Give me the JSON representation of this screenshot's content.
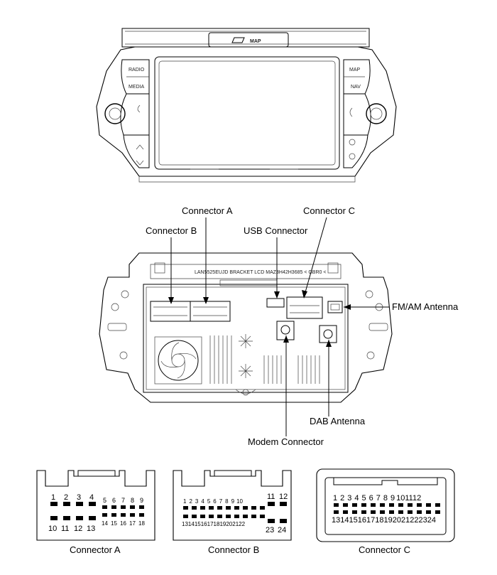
{
  "head_unit": {
    "map_logo": "MAP",
    "buttons_left": [
      "RADIO",
      "MEDIA"
    ],
    "buttons_right": [
      "MAP",
      "NAV"
    ]
  },
  "rear_view": {
    "callouts": {
      "connector_a": "Connector A",
      "connector_b": "Connector B",
      "connector_c": "Connector C",
      "usb": "USB Connector",
      "fm_am": "FM/AM Antenna",
      "dab": "DAB Antenna",
      "modem": "Modem Connector"
    },
    "sticker_text": "LAN5525EUJD BRACKET LCD MAZ3H42H3685 < GBR0 <"
  },
  "pinouts": [
    {
      "label": "Connector A",
      "top_pins": [
        "1",
        "2",
        "3",
        "4",
        "5",
        "6",
        "7",
        "8",
        "9"
      ],
      "bottom_pins": [
        "10",
        "11",
        "12",
        "13",
        "14",
        "15",
        "16",
        "17",
        "18"
      ]
    },
    {
      "label": "Connector B",
      "top_pins": [
        "1",
        "2",
        "3",
        "4",
        "5",
        "6",
        "7",
        "8",
        "9",
        "10",
        "11",
        "12"
      ],
      "bottom_pins": [
        "13",
        "14",
        "15",
        "16",
        "17",
        "18",
        "19",
        "20",
        "21",
        "22",
        "23",
        "24"
      ]
    },
    {
      "label": "Connector C",
      "top_pins": [
        "1",
        "2",
        "3",
        "4",
        "5",
        "6",
        "7",
        "8",
        "9",
        "10",
        "11",
        "12"
      ],
      "bottom_pins": [
        "13",
        "14",
        "15",
        "16",
        "17",
        "18",
        "19",
        "20",
        "21",
        "22",
        "23",
        "24"
      ]
    }
  ]
}
